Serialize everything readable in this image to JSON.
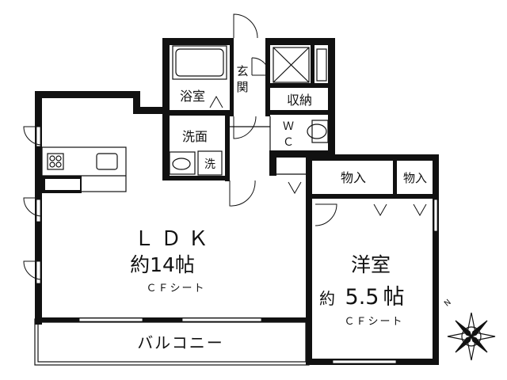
{
  "rooms": {
    "ldk_name": "ＬＤＫ",
    "ldk_size": "約14帖",
    "ldk_floor": "ＣＦシート",
    "western_name": "洋室",
    "western_size_prefix": "約",
    "western_size_value": "5.5",
    "western_size_unit": "帖",
    "western_floor": "ＣＦシート",
    "bath": "浴室",
    "washroom": "洗面",
    "washer": "洗",
    "entrance_1": "玄",
    "entrance_2": "関",
    "storage": "収納",
    "wc_1": "Ｗ",
    "wc_2": "Ｃ",
    "closet_1": "物入",
    "closet_2": "物入",
    "balcony": "バルコニー"
  },
  "compass": {
    "north": "N"
  }
}
